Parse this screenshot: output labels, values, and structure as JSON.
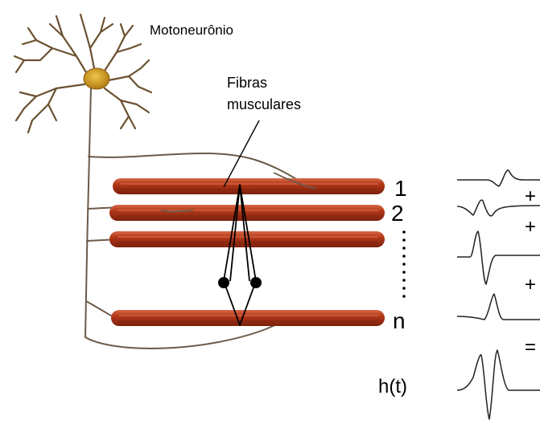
{
  "labels": {
    "neuron": "Motoneurônio",
    "fibers_line1": "Fibras",
    "fibers_line2": "musculares",
    "fiber_1": "1",
    "fiber_2": "2",
    "fiber_n": "n",
    "sum_signal": "h(t)",
    "op_plus_1": "+",
    "op_plus_2": "+",
    "op_plus_3": "+",
    "op_equals": "="
  },
  "colors": {
    "neuron_body": "#d29b1c",
    "neuron_branch": "#6b5130",
    "fiber_main": "#b5391a",
    "fiber_dark": "#7a200c",
    "fiber_highlight": "#d86a4a",
    "nerve": "#6b5a48",
    "electrode": "#000000",
    "signal": "#222222"
  }
}
